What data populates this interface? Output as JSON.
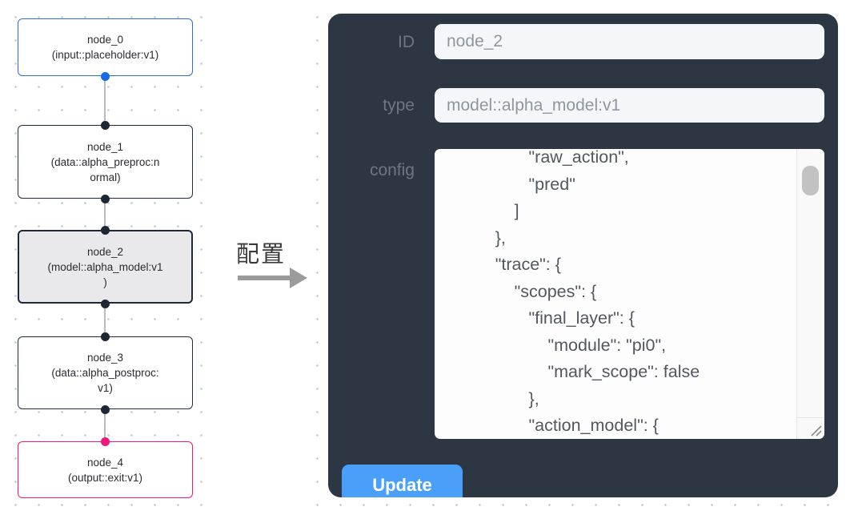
{
  "flow": {
    "nodes": [
      {
        "label": "node_0",
        "type": "input::placeholder:v1",
        "type_lines": [
          "(input::placeholder:v1)"
        ],
        "state": "input"
      },
      {
        "label": "node_1",
        "type": "data::alpha_preproc:normal",
        "type_lines": [
          "(data::alpha_preproc:n",
          "ormal)"
        ],
        "state": "normal"
      },
      {
        "label": "node_2",
        "type": "model::alpha_model:v1",
        "type_lines": [
          "(model::alpha_model:v1",
          ")"
        ],
        "state": "selected"
      },
      {
        "label": "node_3",
        "type": "data::alpha_postproc:v1",
        "type_lines": [
          "(data::alpha_postproc:",
          "v1)"
        ],
        "state": "normal"
      },
      {
        "label": "node_4",
        "type": "output::exit:v1",
        "type_lines": [
          "(output::exit:v1)"
        ],
        "state": "output"
      }
    ]
  },
  "annotation": {
    "arrow_label": "配置"
  },
  "panel": {
    "fields": [
      {
        "label": "ID",
        "value": "node_2"
      },
      {
        "label": "type",
        "value": "model::alpha_model:v1"
      }
    ],
    "config_label": "config",
    "config_lines": [
      "                 \"raw_action\",",
      "                 \"pred\"",
      "              ]",
      "          },",
      "          \"trace\": {",
      "              \"scopes\": {",
      "                 \"final_layer\": {",
      "                     \"module\": \"pi0\",",
      "                     \"mark_scope\": false",
      "                 },",
      "                 \"action_model\": {"
    ],
    "update_label": "Update"
  },
  "colors": {
    "panel_background": "#2d3643",
    "button_blue": "#4aa0f9",
    "node_input_blue": "#2e6bd6",
    "node_output_pink": "#f0187c",
    "node_border_dark": "#222c3c",
    "selected_node_fill": "#e9e9ec",
    "edge_gray": "#b9bdc3"
  }
}
